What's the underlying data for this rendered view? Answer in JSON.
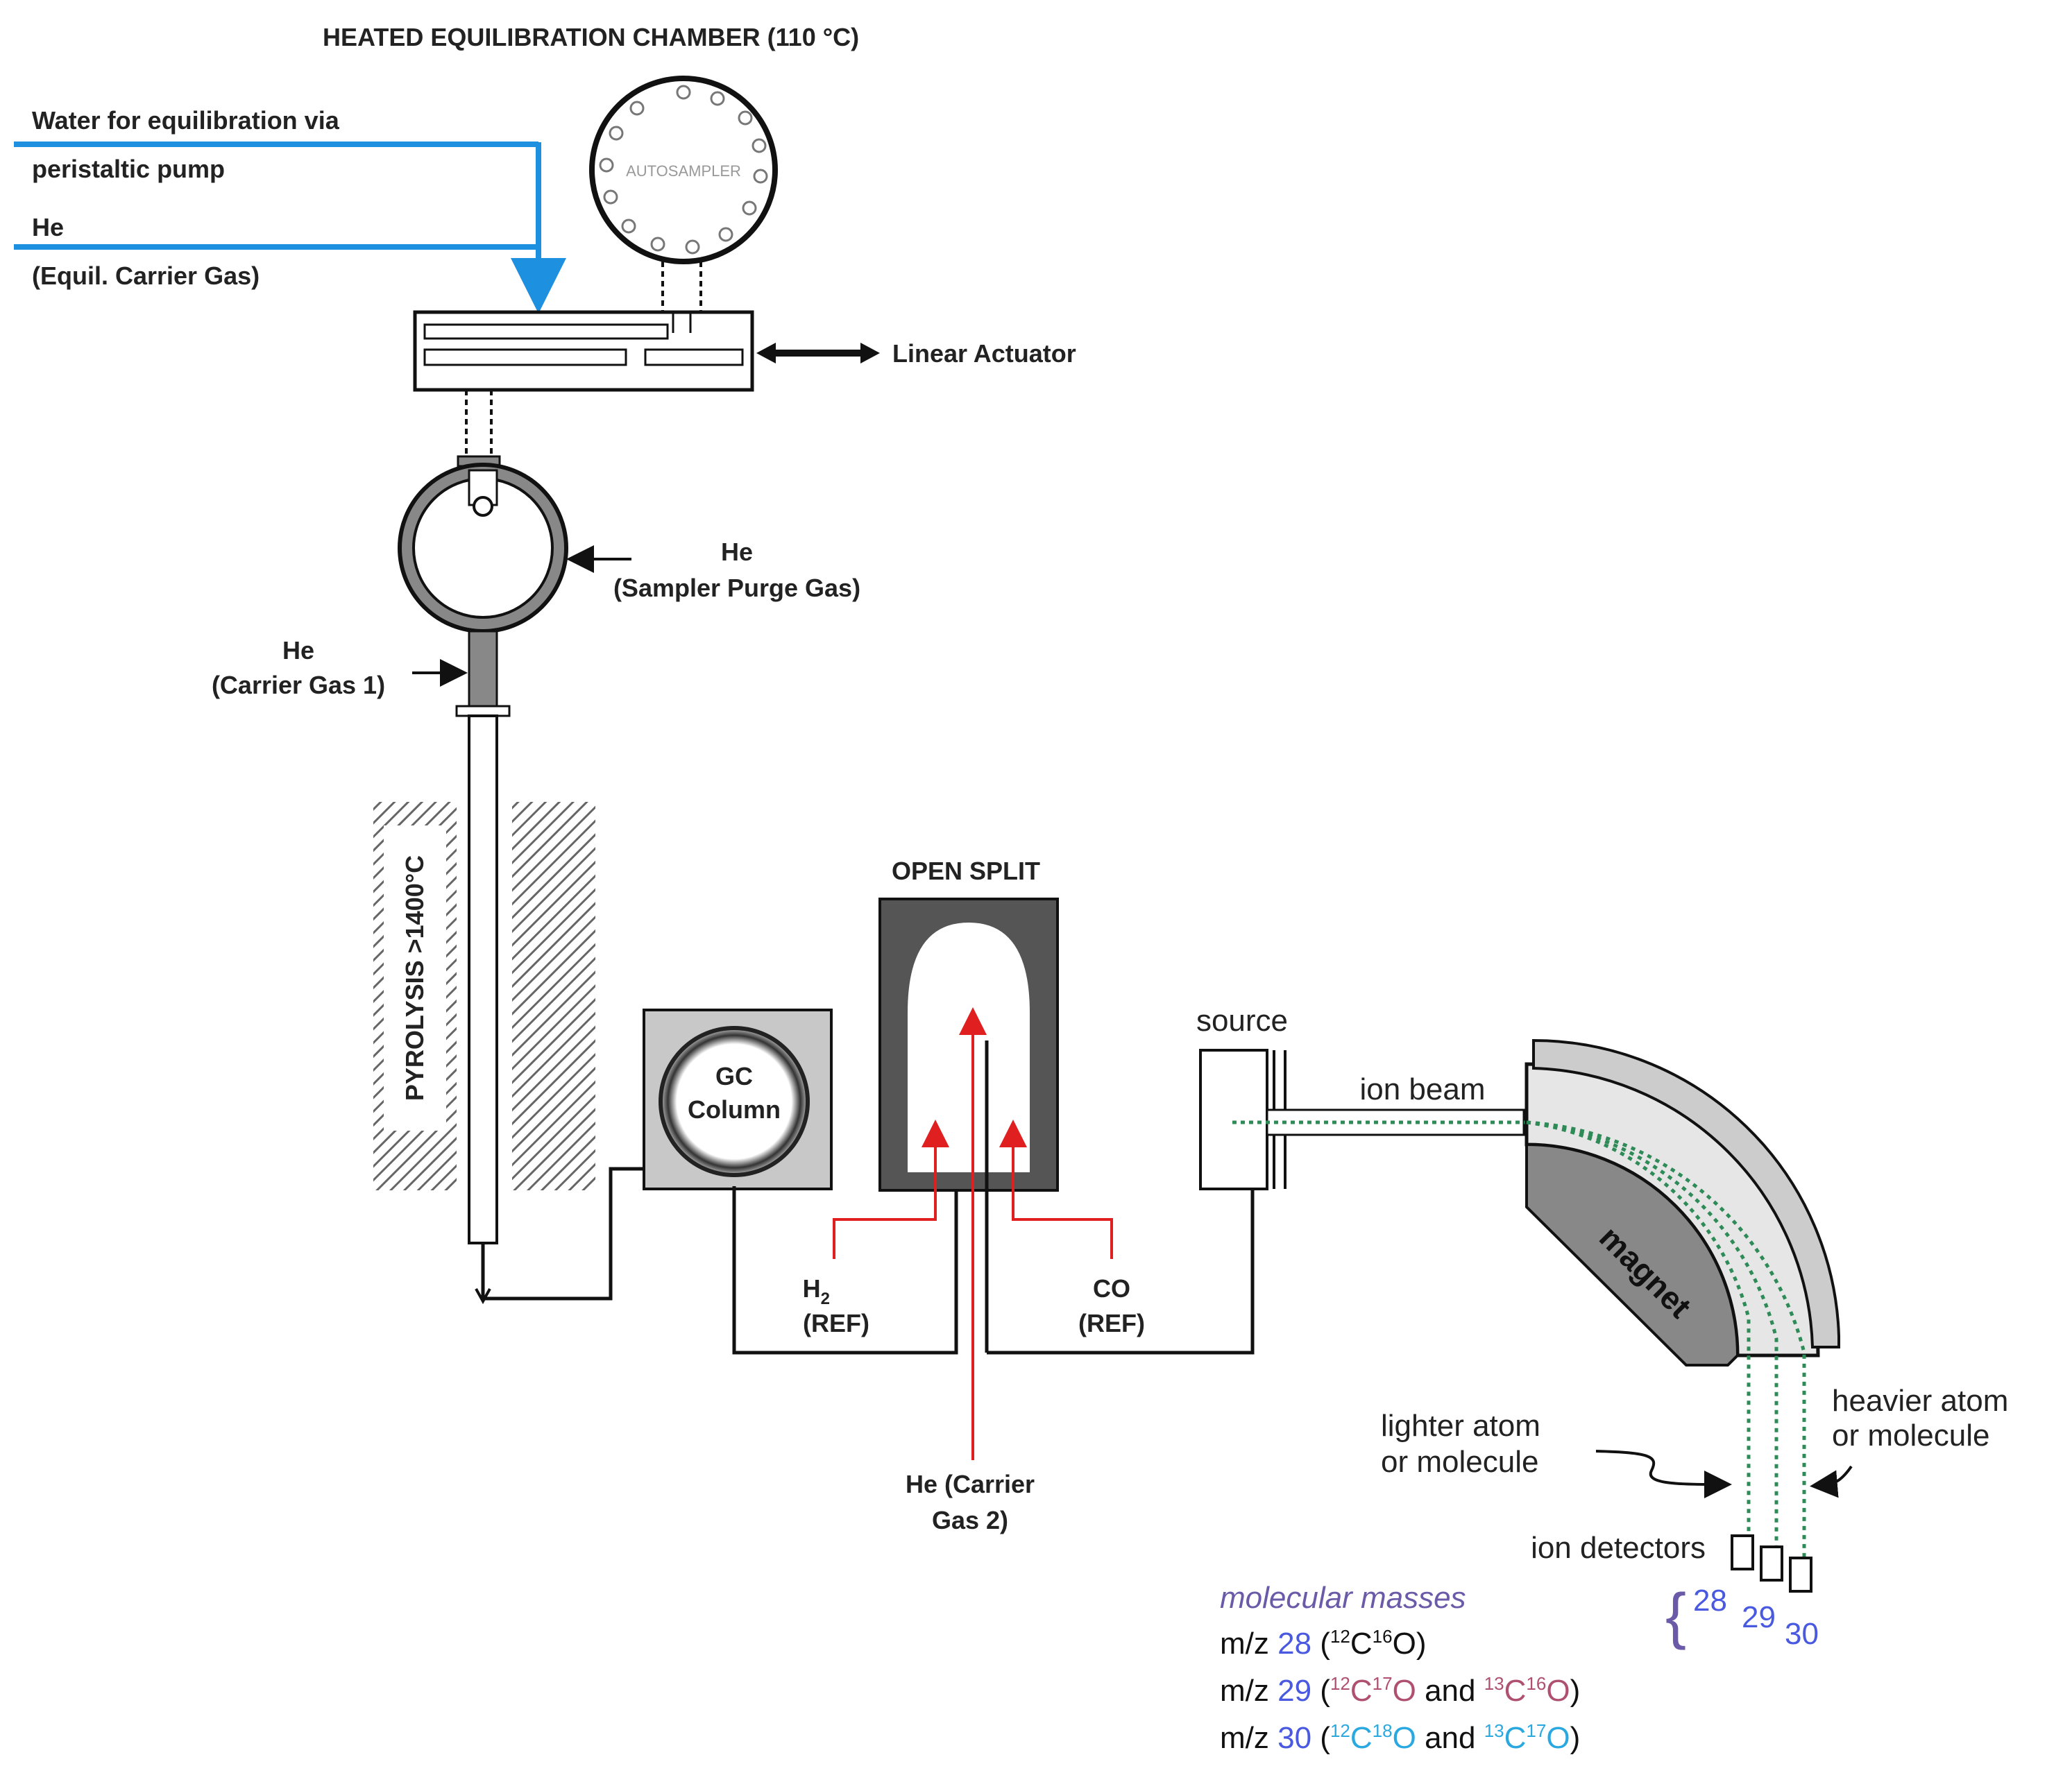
{
  "labels": {
    "chamber_title": "HEATED EQUILIBRATION CHAMBER (110 °C)",
    "water_line1": "Water for equilibration via",
    "water_line2": "peristaltic pump",
    "he_equil_line1": "He",
    "he_equil_line2": "(Equil. Carrier Gas)",
    "autosampler": "AUTOSAMPLER",
    "linear_actuator": "Linear Actuator",
    "he_purge_line1": "He",
    "he_purge_line2": "(Sampler Purge Gas)",
    "he_carrier1_line1": "He",
    "he_carrier1_line2": "(Carrier Gas 1)",
    "pyrolysis": "PYROLYSIS >1400°C",
    "gc_line1": "GC",
    "gc_line2": "Column",
    "open_split": "OPEN SPLIT",
    "h2_line1": "H",
    "h2_sub": "2",
    "h2_line2": "(REF)",
    "co_line1": "CO",
    "co_line2": "(REF)",
    "he_carrier2_line1": "He (Carrier",
    "he_carrier2_line2": "Gas 2)",
    "source": "source",
    "ion_beam": "ion beam",
    "magnet": "magnet",
    "lighter_line1": "lighter atom",
    "lighter_line2": "or molecule",
    "heavier_line1": "heavier atom",
    "heavier_line2": "or molecule",
    "ion_detectors": "ion detectors",
    "detector_masses": [
      "28",
      "29",
      "30"
    ]
  },
  "molecular_masses": {
    "heading": "molecular masses",
    "prefix": "m/z",
    "and": "and",
    "rows": [
      {
        "mz": "28",
        "species": [
          {
            "c_mass": "12",
            "o_mass": "16"
          }
        ]
      },
      {
        "mz": "29",
        "species": [
          {
            "c_mass": "12",
            "o_mass": "17"
          },
          {
            "c_mass": "13",
            "o_mass": "16"
          }
        ]
      },
      {
        "mz": "30",
        "species": [
          {
            "c_mass": "12",
            "o_mass": "18"
          },
          {
            "c_mass": "13",
            "o_mass": "17"
          }
        ]
      }
    ],
    "element_c": "C",
    "element_o": "O"
  },
  "colors": {
    "water_line": "#1e90e0",
    "ref_gas": "#e02020",
    "ion_beam": "#2e8b57",
    "mass_number": "#4a5ae0",
    "species_29": "#b05070",
    "species_30": "#2aa8e0",
    "heading": "#6a5aa8"
  }
}
